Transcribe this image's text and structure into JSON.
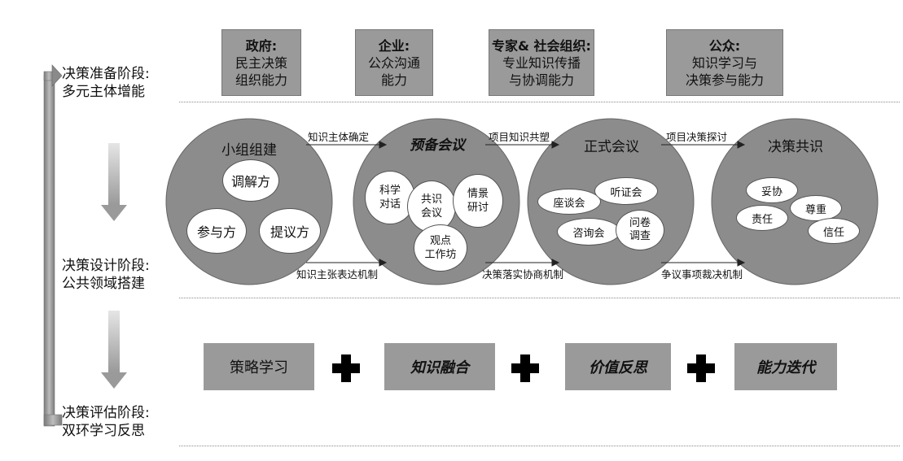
{
  "stages": {
    "preparation": [
      "决策准备阶段:",
      "多元主体增能"
    ],
    "design": [
      "决策设计阶段:",
      "公共领域搭建"
    ],
    "evaluation": [
      "决策评估阶段:",
      "双环学习反思"
    ]
  },
  "actors": [
    {
      "title": "政府:",
      "lines": [
        "民主决策",
        "组织能力"
      ]
    },
    {
      "title": "企业:",
      "lines": [
        "公众沟通",
        "能力"
      ]
    },
    {
      "title": "专家& 社会组织:",
      "lines": [
        "专业知识传播",
        "与协调能力"
      ]
    },
    {
      "title": "公众:",
      "lines": [
        "知识学习与",
        "决策参与能力"
      ]
    }
  ],
  "circles": [
    {
      "title": "小组组建",
      "items": [
        [
          "调解方"
        ],
        [
          "参与方"
        ],
        [
          "提议方"
        ]
      ]
    },
    {
      "title": "预备会议",
      "items": [
        [
          "科学",
          "对话"
        ],
        [
          "共识",
          "会议"
        ],
        [
          "情景",
          "研讨"
        ],
        [
          "观点",
          "工作坊"
        ]
      ]
    },
    {
      "title": "正式会议",
      "items": [
        [
          "座谈会"
        ],
        [
          "听证会"
        ],
        [
          "咨询会"
        ],
        [
          "问卷",
          "调查"
        ]
      ]
    },
    {
      "title": "决策共识",
      "items": [
        [
          "妥协"
        ],
        [
          "尊重"
        ],
        [
          "责任"
        ],
        [
          "信任"
        ]
      ]
    }
  ],
  "flows_top": [
    "知识主体确定",
    "项目知识共塑",
    "项目决策探讨"
  ],
  "flows_bottom": [
    "知识主张表达机制",
    "决策落实协商机制",
    "争议事项裁决机制"
  ],
  "learning": [
    "策略学习",
    "知识融合",
    "价值反思",
    "能力迭代"
  ],
  "colors": {
    "box_fill": "#9a9a9a",
    "circle_fill": "#8c8c8c",
    "ellipse_fill": "#ffffff",
    "line": "#555555"
  }
}
